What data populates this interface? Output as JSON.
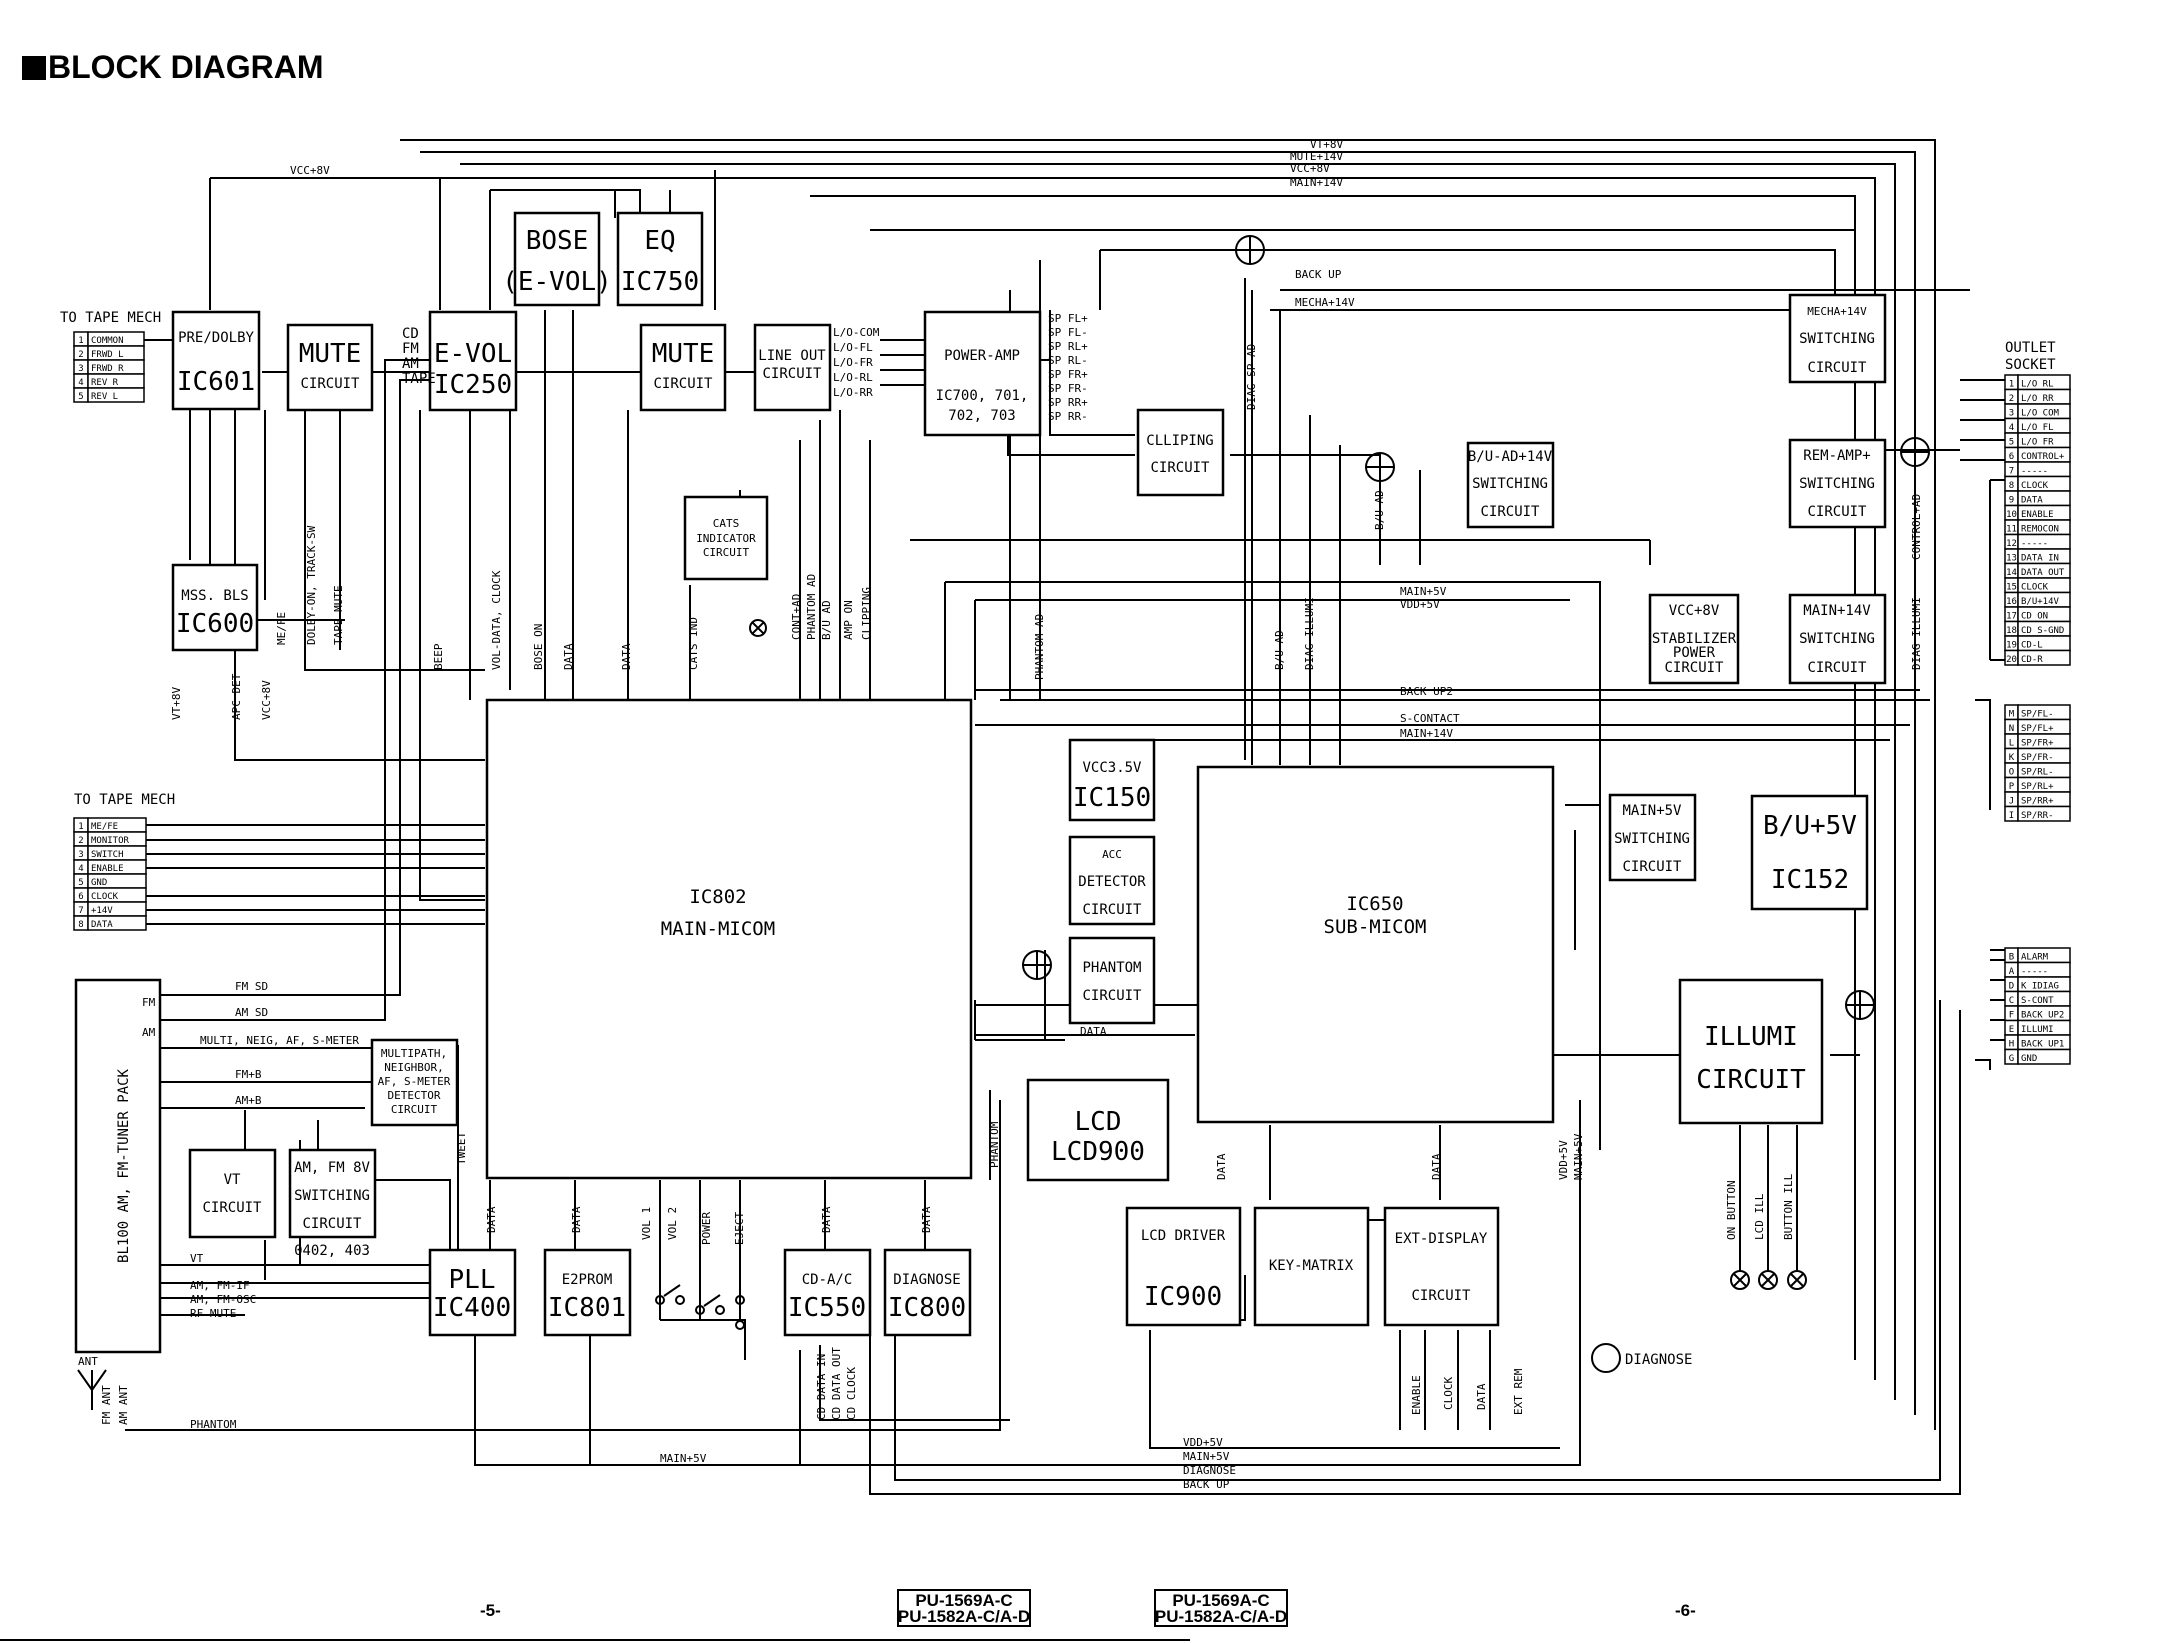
{
  "title": "BLOCK DIAGRAM",
  "blocks": {
    "pre_dolby": [
      "PRE/DOLBY",
      "IC601"
    ],
    "mute1": [
      "MUTE",
      "CIRCUIT"
    ],
    "evol": [
      "E-VOL",
      "IC250"
    ],
    "bose": [
      "BOSE",
      "(E-VOL)"
    ],
    "eq": [
      "EQ",
      "IC750"
    ],
    "mute2": [
      "MUTE",
      "CIRCUIT"
    ],
    "lineout": [
      "LINE OUT",
      "CIRCUIT"
    ],
    "poweramp": [
      "POWER-AMP",
      "IC700, 701,",
      "702, 703"
    ],
    "clipping": [
      "CLLIPING",
      "CIRCUIT"
    ],
    "cats": [
      "CATS",
      "INDICATOR",
      "CIRCUIT"
    ],
    "mss": [
      "MSS. BLS",
      "IC600"
    ],
    "ic802": [
      "IC802",
      "MAIN-MICOM"
    ],
    "vcc35": [
      "VCC3.5V",
      "IC150"
    ],
    "acc": [
      "ACC",
      "DETECTOR",
      "CIRCUIT"
    ],
    "phantom": [
      "PHANTOM",
      "CIRCUIT"
    ],
    "ic650": [
      "IC650",
      "SUB-MICOM"
    ],
    "lcd": [
      "LCD",
      "LCD900"
    ],
    "lcddrv": [
      "LCD DRIVER",
      "IC900"
    ],
    "keymatrix": [
      "KEY-MATRIX"
    ],
    "extdisp": [
      "EXT-DISPLAY",
      "CIRCUIT"
    ],
    "mecha_sw": [
      "MECHA+14V",
      "SWITCHING",
      "CIRCUIT"
    ],
    "buad_sw": [
      "B/U-AD+14V",
      "SWITCHING",
      "CIRCUIT"
    ],
    "remamp_sw": [
      "REM-AMP+",
      "SWITCHING",
      "CIRCUIT"
    ],
    "vcc8": [
      "VCC+8V",
      "STABILIZER",
      "POWER",
      "CIRCUIT"
    ],
    "main14_sw": [
      "MAIN+14V",
      "SWITCHING",
      "CIRCUIT"
    ],
    "main5_sw": [
      "MAIN+5V",
      "SWITCHING",
      "CIRCUIT"
    ],
    "bu5": [
      "B/U+5V",
      "IC152"
    ],
    "illumi": [
      "ILLUMI",
      "CIRCUIT"
    ],
    "multipath": [
      "MULTIPATH,",
      "NEIGHBOR,",
      "AF, S-METER",
      "DETECTOR",
      "CIRCUIT"
    ],
    "vt": [
      "VT",
      "CIRCUIT"
    ],
    "amfm8": [
      "AM, FM 8V",
      "SWITCHING",
      "CIRCUIT"
    ],
    "pll": [
      "PLL",
      "IC400"
    ],
    "e2prom": [
      "E2PROM",
      "IC801"
    ],
    "cdac": [
      "CD-A/C",
      "IC550"
    ],
    "diagnose": [
      "DIAGNOSE",
      "IC800"
    ]
  },
  "labels": {
    "tape_mech_1": "TO TAPE MECH",
    "tape_mech_2": "TO TAPE MECH",
    "outlet": [
      "OUTLET",
      "SOCKET"
    ],
    "tuner_pack": "BL100 AM, FM-TUNER PACK",
    "ic_extra": "0402, 403",
    "diagnose_lamp": "DIAGNOSE",
    "ant": "ANT"
  },
  "bus_labels": {
    "vt8": "VT+8V",
    "mute14": "MUTE+14V",
    "vcc8": "VCC+8V",
    "main14": "MAIN+14V",
    "backup": "BACK UP",
    "mecha14": "MECHA+14V",
    "vcc8_left": "VCC+8V",
    "main5": "MAIN+5V",
    "main5_b": "MAIN+5V",
    "vdd5": "VDD+5V",
    "backup2": "BACK UP2",
    "scontact": "S-CONTACT",
    "main14_b": "MAIN+14V",
    "data": "DATA",
    "vdd5_bot": "VDD+5V",
    "main5_bot": "MAIN+5V",
    "diagnose_bot": "DIAGNOSE",
    "backup_bot": "BACK UP",
    "main5_mid": "MAIN+5V",
    "phantom_bot": "PHANTOM",
    "fm_sd": "FM SD",
    "am_sd": "AM SD",
    "multi": "MULTI, NEIG, AF, S-METER",
    "fmb": "FM+B",
    "amb": "AM+B",
    "amfmif": "AM, FM-IF",
    "amfmosc": "AM, FM-OSC",
    "rfmute": "RF MUTE",
    "vt": "VT",
    "fm": "FM",
    "am": "AM"
  },
  "evol_inputs": [
    "CD",
    "FM",
    "AM",
    "TAPE"
  ],
  "lineout_outputs": [
    "L/O-COM",
    "L/O-FL",
    "L/O-FR",
    "L/O-RL",
    "L/O-RR"
  ],
  "amp_outputs": [
    "SP FL+",
    "SP FL-",
    "SP RL+",
    "SP RL-",
    "SP FR+",
    "SP FR-",
    "SP RR+",
    "SP RR-"
  ],
  "vertical_labels": {
    "me_fe": "ME/FE",
    "dolby": "DOLBY-ON, TRACK-SW",
    "tape_mute": "TAPE MUTE",
    "beep": "BEEP",
    "voldata": "VOL-DATA, CLOCK",
    "boseon": "BOSE ON",
    "data1": "DATA",
    "data2": "DATA",
    "catsind": "CATS IND",
    "contad": "CONT+AD",
    "phantomad": "PHANTOM AD",
    "buad1": "B/U AD",
    "ampon": "AMP ON",
    "clipping": "CLIPPING",
    "phantomad2": "PHANTOM AD",
    "diagspad": "DIAG SP AD",
    "buad2": "B/U AD",
    "buad3": "B/U AD",
    "diagillumi": "DIAG ILLUMI",
    "controlad": "CONTROL+AD",
    "diagillumi2": "DIAG ILLUMI",
    "vt8": "VT+8V",
    "apcdet": "APC DET",
    "vcc8": "VCC+8V",
    "tweet": "TWEET",
    "pll_data": "DATA",
    "e2_data": "DATA",
    "vol1": "VOL 1",
    "vol2": "VOL 2",
    "power": "POWER",
    "eject": "EJECT",
    "cd_data": "DATA",
    "diag_data": "DATA",
    "phantom": "PHANTOM",
    "lcd_data": "DATA",
    "ext_data": "DATA",
    "vdd5": "VDD+5V",
    "main5": "MAIN+5V",
    "cd_data_in": "CD DATA IN",
    "cd_data_out": "CD DATA OUT",
    "cd_clock": "CD CLOCK",
    "enable": "ENABLE",
    "clock": "CLOCK",
    "data_b": "DATA",
    "ext_rem": "EXT REM",
    "on_button": "ON BUTTON",
    "lcd_ill": "LCD ILL",
    "button_ill": "BUTTON ILL",
    "fm_ant": "FM ANT",
    "am_ant": "AM ANT"
  },
  "connectors": {
    "tape1": [
      [
        "1",
        "COMMON"
      ],
      [
        "2",
        "FRWD L"
      ],
      [
        "3",
        "FRWD R"
      ],
      [
        "4",
        "REV R"
      ],
      [
        "5",
        "REV L"
      ]
    ],
    "tape2": [
      [
        "1",
        "ME/FE"
      ],
      [
        "2",
        "MONITOR"
      ],
      [
        "3",
        "SWITCH"
      ],
      [
        "4",
        "ENABLE"
      ],
      [
        "5",
        "GND"
      ],
      [
        "6",
        "CLOCK"
      ],
      [
        "7",
        "+14V"
      ],
      [
        "8",
        "DATA"
      ]
    ],
    "outlet": [
      [
        "1",
        "L/O RL"
      ],
      [
        "2",
        "L/O RR"
      ],
      [
        "3",
        "L/O COM"
      ],
      [
        "4",
        "L/O FL"
      ],
      [
        "5",
        "L/O FR"
      ],
      [
        "6",
        "CONTROL+"
      ],
      [
        "7",
        "-----"
      ],
      [
        "8",
        "CLOCK"
      ],
      [
        "9",
        "DATA"
      ],
      [
        "10",
        "ENABLE"
      ],
      [
        "11",
        "REMOCON"
      ],
      [
        "12",
        "-----"
      ],
      [
        "13",
        "DATA IN"
      ],
      [
        "14",
        "DATA OUT"
      ],
      [
        "15",
        "CLOCK"
      ],
      [
        "16",
        "B/U+14V"
      ],
      [
        "17",
        "CD ON"
      ],
      [
        "18",
        "CD S-GND"
      ],
      [
        "19",
        "CD-L"
      ],
      [
        "20",
        "CD-R"
      ]
    ],
    "speaker": [
      [
        "M",
        "SP/FL-"
      ],
      [
        "N",
        "SP/FL+"
      ],
      [
        "L",
        "SP/FR+"
      ],
      [
        "K",
        "SP/FR-"
      ],
      [
        "O",
        "SP/RL-"
      ],
      [
        "P",
        "SP/RL+"
      ],
      [
        "J",
        "SP/RR+"
      ],
      [
        "I",
        "SP/RR-"
      ]
    ],
    "remote": [
      [
        "B",
        "ALARM"
      ],
      [
        "A",
        "-----"
      ],
      [
        "D",
        "K IDIAG"
      ],
      [
        "C",
        "S-CONT"
      ],
      [
        "F",
        "BACK UP2"
      ],
      [
        "E",
        "ILLUMI"
      ],
      [
        "H",
        "BACK UP1"
      ],
      [
        "G",
        "GND"
      ]
    ]
  },
  "footer": {
    "page_left": "-5-",
    "page_right": "-6-",
    "model_a_1": "PU-1569A-C",
    "model_a_2": "PU-1582A-C/A-D",
    "model_b_1": "PU-1569A-C",
    "model_b_2": "PU-1582A-C/A-D"
  }
}
